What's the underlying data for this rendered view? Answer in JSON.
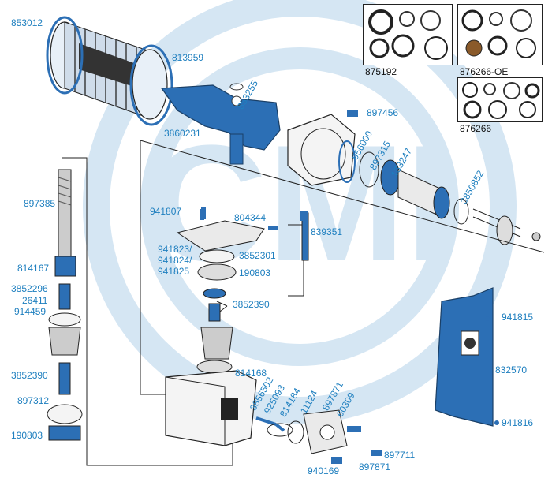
{
  "colors": {
    "callout": "#1e7fbf",
    "part_blue": "#2c6fb5",
    "watermark": "#d5e6f3",
    "outline": "#222222"
  },
  "watermark_text": "CMI",
  "kits": [
    {
      "id": "kit-875192",
      "label": "875192"
    },
    {
      "id": "kit-876266-oe",
      "label": "876266-OE"
    },
    {
      "id": "kit-876266",
      "label": "876266"
    }
  ],
  "callouts": {
    "c853012": "853012",
    "c813959": "813959",
    "c853255": "853255",
    "c897456": "897456",
    "c3860231": "3860231",
    "c956000": "956000",
    "c897315": "897315",
    "c183247": "183247",
    "c3850852": "3850852",
    "c897385": "897385",
    "c941807": "941807",
    "c804344": "804344",
    "c839351": "839351",
    "c941823": "941823/",
    "c941824": "941824/",
    "c941825": "941825",
    "c3852301": "3852301",
    "c190803a": "190803",
    "c814167": "814167",
    "c3852296": "3852296",
    "c26411": "26411",
    "c914459": "914459",
    "c3852390a": "3852390",
    "c941815": "941815",
    "c832570": "832570",
    "c3852390b": "3852390",
    "c814168": "814168",
    "c897312": "897312",
    "c190803b": "190803",
    "c3856502": "3856502",
    "c925093": "925093",
    "c814184": "814184",
    "c11124": "11124",
    "c897871a": "897871",
    "c60309": "60309",
    "c941816": "941816",
    "c897711": "897711",
    "c940169": "940169",
    "c897871b": "897871"
  }
}
